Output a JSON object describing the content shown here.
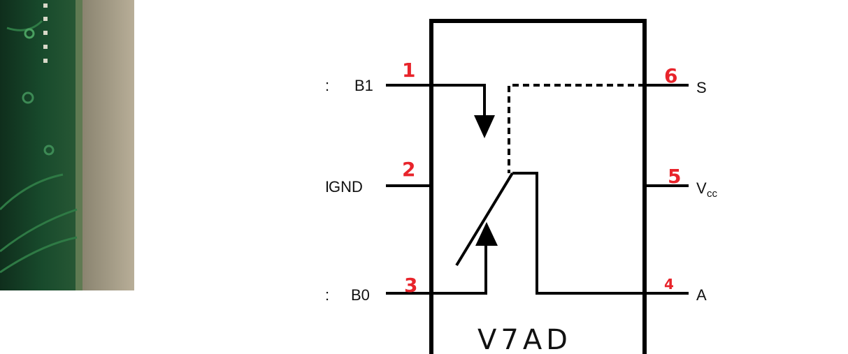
{
  "photo": {
    "description_icon": "pcb-photo-icon"
  },
  "diagram": {
    "chip_marking": "V7AD",
    "pins": [
      {
        "number": "1",
        "label": "B1",
        "prefix": ":"
      },
      {
        "number": "2",
        "label": "GND",
        "prefix": "I"
      },
      {
        "number": "3",
        "label": "B0",
        "prefix": ":"
      },
      {
        "number": "4",
        "label": "A"
      },
      {
        "number": "5",
        "label": "V",
        "subscript": "cc"
      },
      {
        "number": "6",
        "label": "S"
      }
    ]
  },
  "colors": {
    "pin_number": "#e8242b",
    "lines": "#000000"
  }
}
